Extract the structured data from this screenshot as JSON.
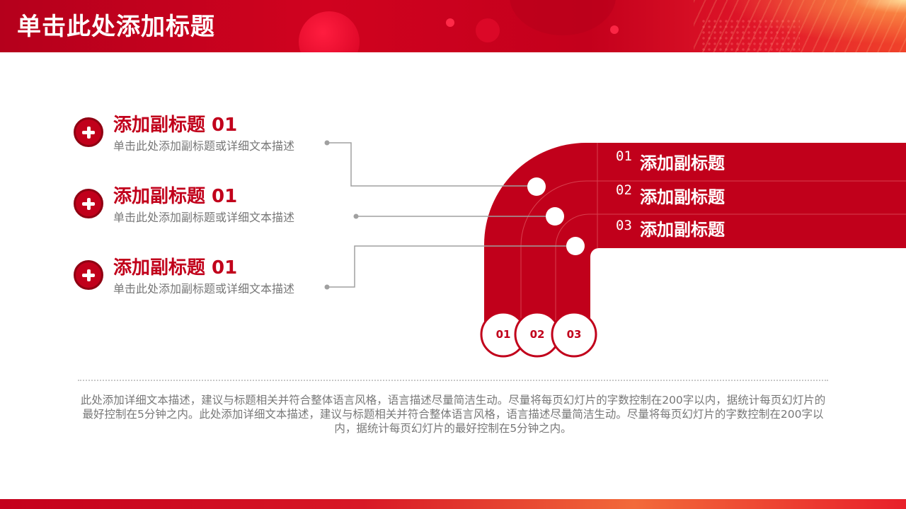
{
  "header": {
    "title": "单击此处添加标题"
  },
  "items": [
    {
      "title": "添加副标题 01",
      "desc": "单击此处添加副标题或详细文本描述"
    },
    {
      "title": "添加副标题 01",
      "desc": "单击此处添加副标题或详细文本描述"
    },
    {
      "title": "添加副标题 01",
      "desc": "单击此处添加副标题或详细文本描述"
    }
  ],
  "tabs": [
    {
      "num": "01",
      "label": "添加副标题"
    },
    {
      "num": "02",
      "label": "添加副标题"
    },
    {
      "num": "03",
      "label": "添加副标题"
    }
  ],
  "circles": [
    "01",
    "02",
    "03"
  ],
  "paragraph": "此处添加详细文本描述，建议与标题相关并符合整体语言风格，语言描述尽量简洁生动。尽量将每页幻灯片的字数控制在200字以内，据统计每页幻灯片的最好控制在5分钟之内。此处添加详细文本描述，建议与标题相关并符合整体语言风格，语言描述尽量简洁生动。尽量将每页幻灯片的字数控制在200字以内，据统计每页幻灯片的最好控制在5分钟之内。",
  "colors": {
    "accent": "#c1001b",
    "accent_dark": "#8f0012",
    "text_gray": "#777777",
    "connector_gray": "#a0a0a0"
  }
}
